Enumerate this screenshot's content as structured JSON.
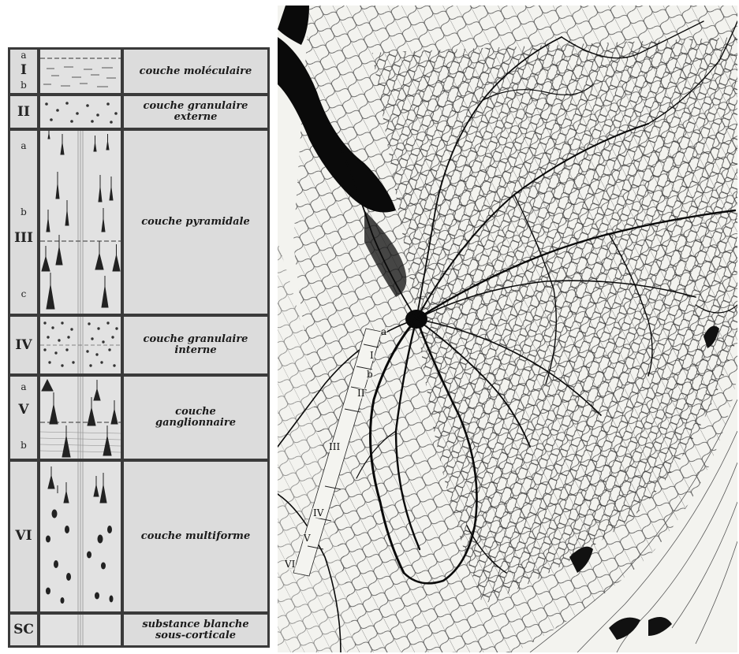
{
  "diagram": {
    "layers": [
      {
        "numeral": "I",
        "sub": [
          "a",
          "b"
        ],
        "label_lines": [
          "couche moléculaire"
        ]
      },
      {
        "numeral": "II",
        "sub": [],
        "label_lines": [
          "couche granulaire",
          "externe"
        ]
      },
      {
        "numeral": "III",
        "sub": [
          "a",
          "b",
          "c"
        ],
        "label_lines": [
          "couche pyramidale"
        ]
      },
      {
        "numeral": "IV",
        "sub": [],
        "label_lines": [
          "couche granulaire",
          "interne"
        ]
      },
      {
        "numeral": "V",
        "sub": [
          "a",
          "b"
        ],
        "label_lines": [
          "couche",
          "ganglionnaire"
        ]
      },
      {
        "numeral": "VI",
        "sub": [],
        "label_lines": [
          "couche multiforme"
        ]
      },
      {
        "numeral": "SC",
        "sub": [],
        "label_lines": [
          "substance blanche",
          "sous-corticale"
        ]
      }
    ]
  },
  "micrograph": {
    "labels": [
      "a",
      "I",
      "b",
      "II",
      "III",
      "IV",
      "V",
      "VI"
    ]
  }
}
